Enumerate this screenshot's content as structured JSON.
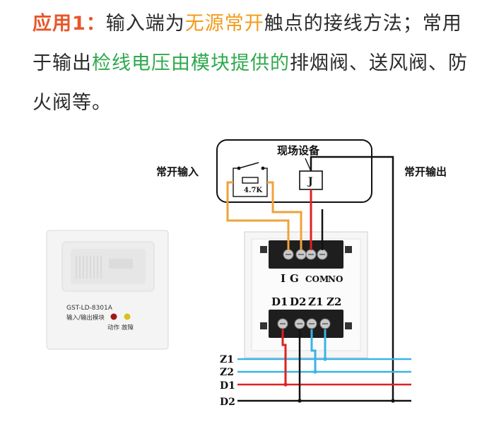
{
  "paragraph": {
    "title": "应用1：",
    "t1": "输入端为",
    "h1": "无源常开",
    "t2": "触点的接线方法；常用于输出",
    "h2": "检线电压由模块提供的",
    "t3": "排烟阀、送风阀、防火阀等。"
  },
  "diagram": {
    "device_label": "现场设备",
    "no_input_label": "常开输入",
    "no_output_label": "常开输出",
    "resistor_label": "4.7K",
    "relay_label": "J",
    "top_terminals": [
      "I",
      "G",
      "COM",
      "NO"
    ],
    "bottom_terminals": [
      "D1",
      "D2",
      "Z1",
      "Z2"
    ],
    "bus_labels": [
      "Z1",
      "Z2",
      "D1",
      "D2"
    ],
    "colors": {
      "orange": "#f0a23a",
      "red": "#e02020",
      "blue": "#3ab4e6",
      "black": "#111111"
    }
  },
  "module": {
    "model": "GST-LD-8301A",
    "name": "输入/输出模块",
    "led_action": "动作",
    "led_fault": "故障"
  }
}
